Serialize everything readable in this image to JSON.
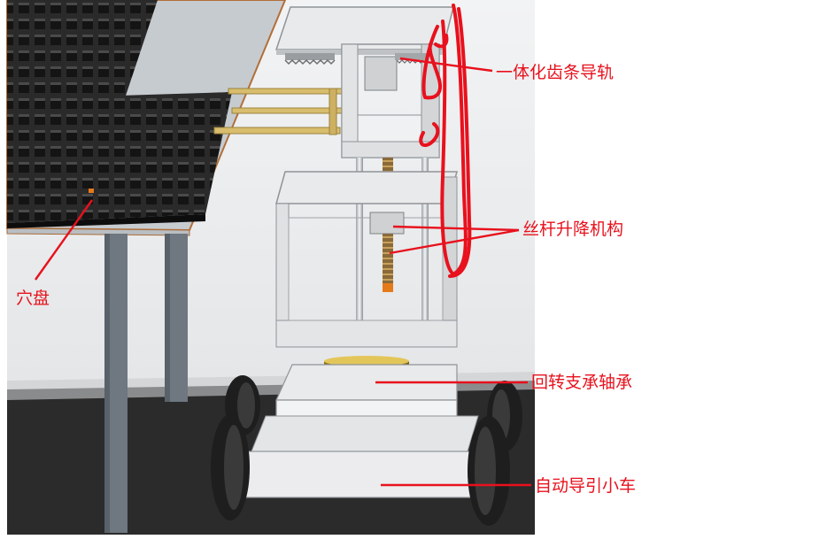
{
  "labels": {
    "rack_rail": "一体化齿条导轨",
    "screw_lift": "丝杆升降机构",
    "tray": "穴盘",
    "slewing_bearing": "回转支承轴承",
    "agv": "自动导引小车"
  },
  "colors": {
    "annotation": "#e8111d",
    "bearing_gold": "#b79418",
    "fork_gold": "#d8bd6e",
    "screw_orange": "#e57a1a",
    "frame_gray": "#d9dadc",
    "wheel_dark": "#1e1e1e"
  }
}
